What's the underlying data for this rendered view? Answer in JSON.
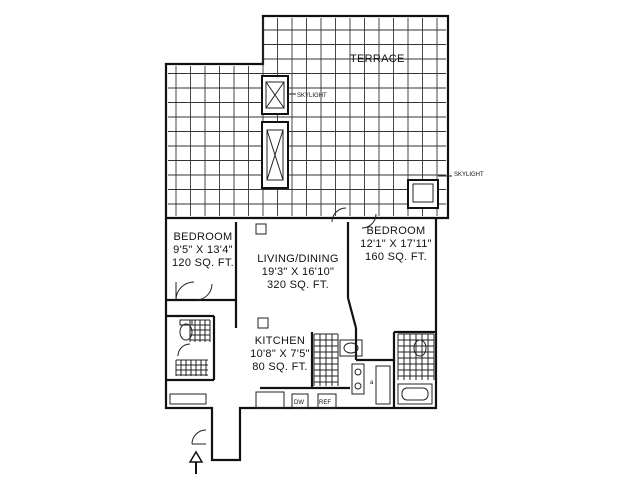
{
  "terrace": {
    "label": "TERRACE"
  },
  "skylights": [
    {
      "label": "SKYLIGHT"
    },
    {
      "label": "SKYLIGHT"
    }
  ],
  "rooms": {
    "bedroom_left": {
      "name": "BEDROOM",
      "dims": "9'5\" X 13'4\"",
      "area": "120 SQ. FT."
    },
    "living_dining": {
      "name": "LIVING/DINING",
      "dims": "19'3\" X 16'10\"",
      "area": "320 SQ. FT."
    },
    "bedroom_right": {
      "name": "BEDROOM",
      "dims": "12'1\" X 17'11\"",
      "area": "160 SQ. FT."
    },
    "kitchen": {
      "name": "KITCHEN",
      "dims": "10'8\" X 7'5\"",
      "area": "80 SQ. FT."
    }
  },
  "fixtures": {
    "dishwasher": "DW",
    "refrigerator": "REF"
  },
  "icons": [
    "entry-arrow-icon",
    "skylight-icon",
    "door-swing-icon",
    "toilet-icon",
    "sink-icon",
    "tub-icon"
  ]
}
